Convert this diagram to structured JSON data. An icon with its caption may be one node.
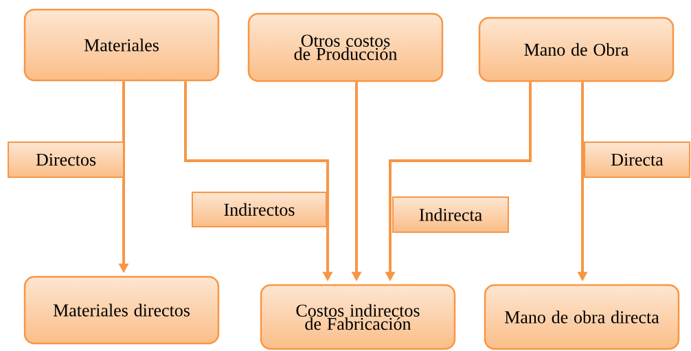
{
  "diagram": {
    "nodes": [
      {
        "text": [
          "Materiales"
        ]
      },
      {
        "text": [
          "Otros costos de Producción"
        ]
      },
      {
        "text": [
          "Mano de Obra"
        ]
      },
      {
        "text": [
          "Materiales directos"
        ]
      },
      {
        "text": [
          "Costos indirectos de Fabricación"
        ]
      },
      {
        "text": [
          "Mano de obra directa"
        ]
      }
    ],
    "edges": [
      {
        "from": 0,
        "to": 3,
        "arrow": "to",
        "label": "Directos"
      },
      {
        "from": 0,
        "to": 4,
        "arrow": "to",
        "label": "Indirectos"
      },
      {
        "from": 1,
        "to": 4,
        "arrow": "to"
      },
      {
        "from": 2,
        "to": 4,
        "arrow": "to",
        "label": "Indirecta"
      },
      {
        "from": 2,
        "to": 5,
        "arrow": "to",
        "label": "Directa"
      }
    ]
  }
}
